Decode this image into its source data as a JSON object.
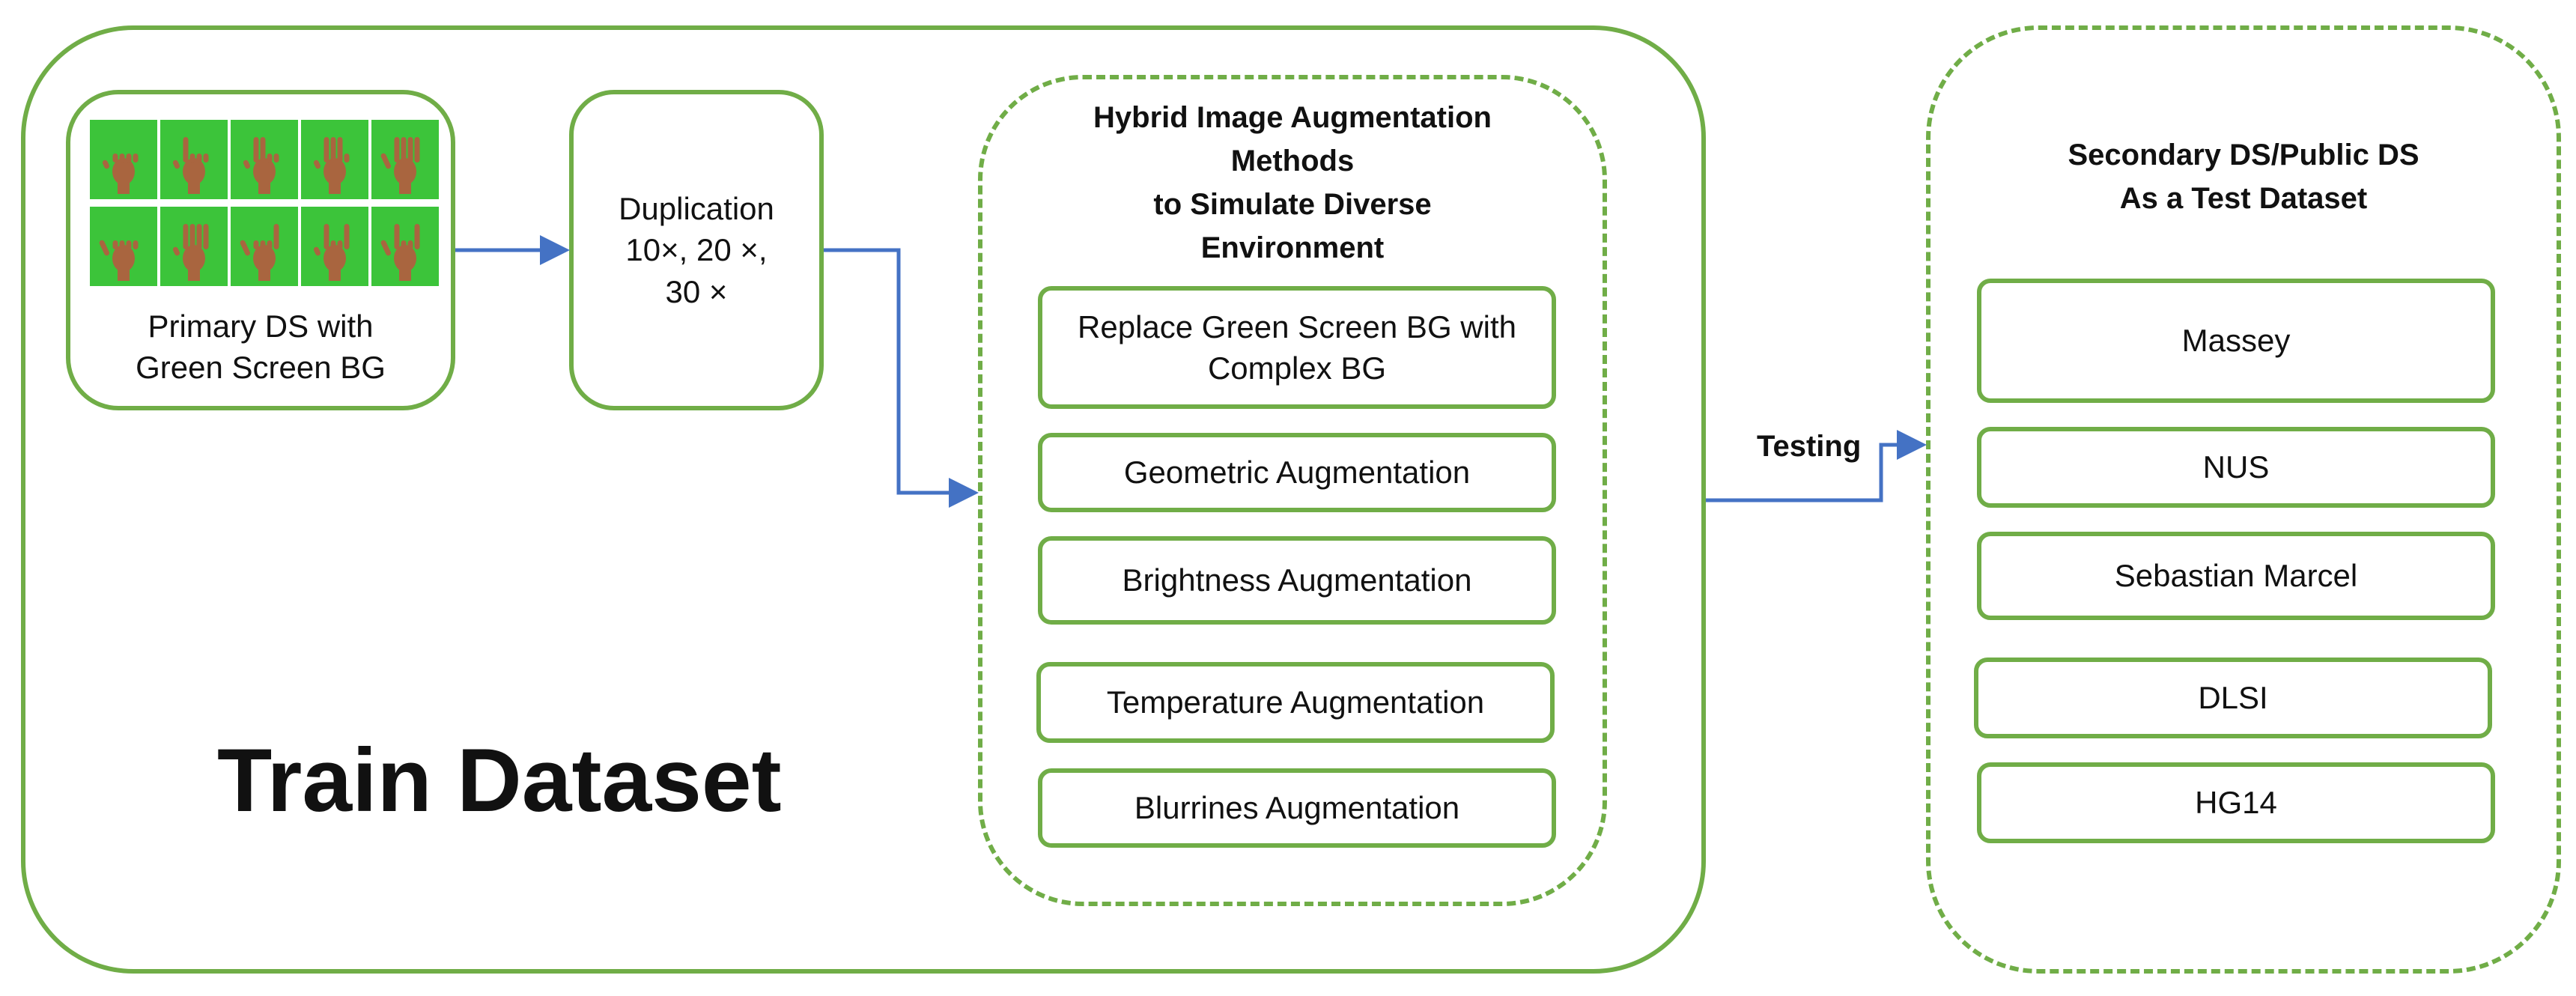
{
  "colors": {
    "box_border": "#70ad47",
    "arrow": "#4472c4",
    "green_screen": "#3cc43a",
    "skin": "#a9653f",
    "text": "#111111"
  },
  "train": {
    "label": "Train Dataset",
    "primary_ds_label": "Primary DS with\nGreen Screen BG",
    "duplication_label": "Duplication\n10×, 20 ×,\n30 ×",
    "augmentation": {
      "title": "Hybrid Image Augmentation\nMethods\nto Simulate Diverse\nEnvironment",
      "methods": [
        "Replace Green Screen BG with\nComplex BG",
        "Geometric Augmentation",
        "Brightness Augmentation",
        "Temperature Augmentation",
        "Blurrines Augmentation"
      ]
    }
  },
  "testing_label": "Testing",
  "test": {
    "title": "Secondary DS/Public DS\nAs a Test Dataset",
    "datasets": [
      "Massey",
      "NUS",
      "Sebastian Marcel",
      "DLSI",
      "HG14"
    ]
  },
  "hand_images": {
    "rows": 2,
    "cols": 5,
    "icon": "hand-gesture-image"
  }
}
